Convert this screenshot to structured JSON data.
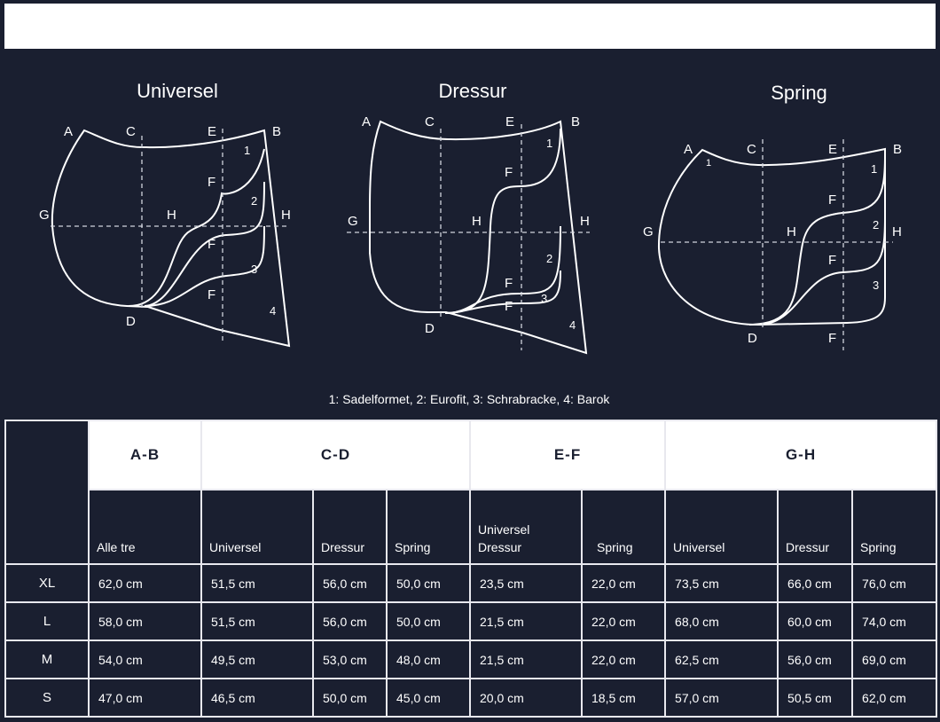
{
  "diagrams": [
    {
      "title": "Universel"
    },
    {
      "title": "Dressur"
    },
    {
      "title": "Spring"
    }
  ],
  "point_labels": {
    "a": "A",
    "b": "B",
    "c": "C",
    "d": "D",
    "e": "E",
    "f": "F",
    "g": "G",
    "h": "H"
  },
  "variant_numbers": [
    "1",
    "2",
    "3",
    "4"
  ],
  "legend": "1: Sadelformet, 2: Eurofit, 3: Schrabracke, 4: Barok",
  "table": {
    "groups": [
      "A-B",
      "C-D",
      "E-F",
      "G-H"
    ],
    "subheaders": {
      "ab": "Alle tre",
      "cd_universel": "Universel",
      "cd_dressur": "Dressur",
      "cd_spring": "Spring",
      "ef_universel": "Universel",
      "ef_dressur": "Dressur",
      "ef_spring": "Spring",
      "gh_universel": "Universel",
      "gh_dressur": "Dressur",
      "gh_spring": "Spring"
    },
    "rows": [
      {
        "size": "XL",
        "values": [
          "62,0 cm",
          "51,5 cm",
          "56,0 cm",
          "50,0 cm",
          "23,5 cm",
          "22,0 cm",
          "73,5 cm",
          "66,0 cm",
          "76,0 cm"
        ]
      },
      {
        "size": "L",
        "values": [
          "58,0 cm",
          "51,5 cm",
          "56,0 cm",
          "50,0 cm",
          "21,5 cm",
          "22,0 cm",
          "68,0 cm",
          "60,0 cm",
          "74,0 cm"
        ]
      },
      {
        "size": "M",
        "values": [
          "54,0 cm",
          "49,5 cm",
          "53,0 cm",
          "48,0 cm",
          "21,5 cm",
          "22,0 cm",
          "62,5 cm",
          "56,0 cm",
          "69,0 cm"
        ]
      },
      {
        "size": "S",
        "values": [
          "47,0 cm",
          "46,5 cm",
          "50,0 cm",
          "45,0 cm",
          "20,0 cm",
          "18,5 cm",
          "57,0 cm",
          "50,5 cm",
          "62,0 cm"
        ]
      }
    ]
  },
  "colors": {
    "background": "#1a1f30",
    "header_bg": "#ffffff",
    "line": "#ffffff"
  }
}
